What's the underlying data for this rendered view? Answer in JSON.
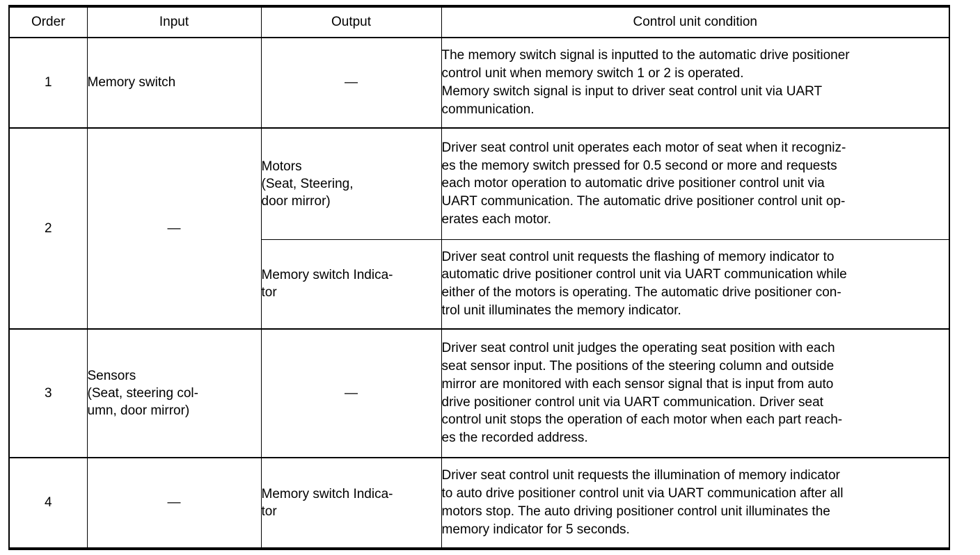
{
  "table": {
    "columns": [
      {
        "id": "order",
        "label": "Order"
      },
      {
        "id": "input",
        "label": "Input"
      },
      {
        "id": "output",
        "label": "Output"
      },
      {
        "id": "cond",
        "label": "Control unit condition"
      }
    ],
    "dash_glyph": "—",
    "rows": [
      {
        "order": "1",
        "input": "Memory switch",
        "output": "—",
        "condition_lines": [
          "The memory switch signal is inputted to the automatic drive positioner",
          "control unit when memory switch 1 or 2 is operated.",
          "Memory switch signal is input to driver seat control unit via UART",
          "communication."
        ]
      },
      {
        "order": "2",
        "input": "—",
        "output_lines": [
          "Motors",
          "(Seat, Steering,",
          "door mirror)"
        ],
        "condition_lines": [
          "Driver seat control unit operates each motor of seat when it recogniz-",
          "es the memory switch pressed for 0.5 second or more and requests",
          "each motor operation to automatic drive positioner control unit via",
          "UART communication. The automatic drive positioner control unit op-",
          "erates each motor."
        ]
      },
      {
        "order": "",
        "input": "",
        "output_lines": [
          "Memory switch Indica-",
          "tor"
        ],
        "condition_lines": [
          "Driver seat control unit requests the flashing of memory indicator to",
          "automatic drive positioner control unit via UART communication while",
          "either of the motors is operating. The automatic drive positioner con-",
          "trol unit illuminates the memory indicator."
        ]
      },
      {
        "order": "3",
        "input_lines": [
          "Sensors",
          "(Seat, steering col-",
          "umn, door mirror)"
        ],
        "output": "—",
        "condition_lines": [
          "Driver seat control unit judges the operating seat position with each",
          "seat sensor input. The positions of the steering column and outside",
          "mirror are monitored with each sensor signal that is input from auto",
          "drive positioner control unit via UART communication. Driver seat",
          "control unit stops the operation of each motor when each part reach-",
          "es the recorded address."
        ]
      },
      {
        "order": "4",
        "input": "—",
        "output_lines": [
          "Memory switch Indica-",
          "tor"
        ],
        "condition_lines": [
          "Driver seat control unit requests the illumination of memory indicator",
          "to auto drive positioner control unit via UART communication after all",
          "motors stop. The auto driving positioner control unit illuminates the",
          "memory indicator for 5 seconds."
        ]
      }
    ]
  }
}
